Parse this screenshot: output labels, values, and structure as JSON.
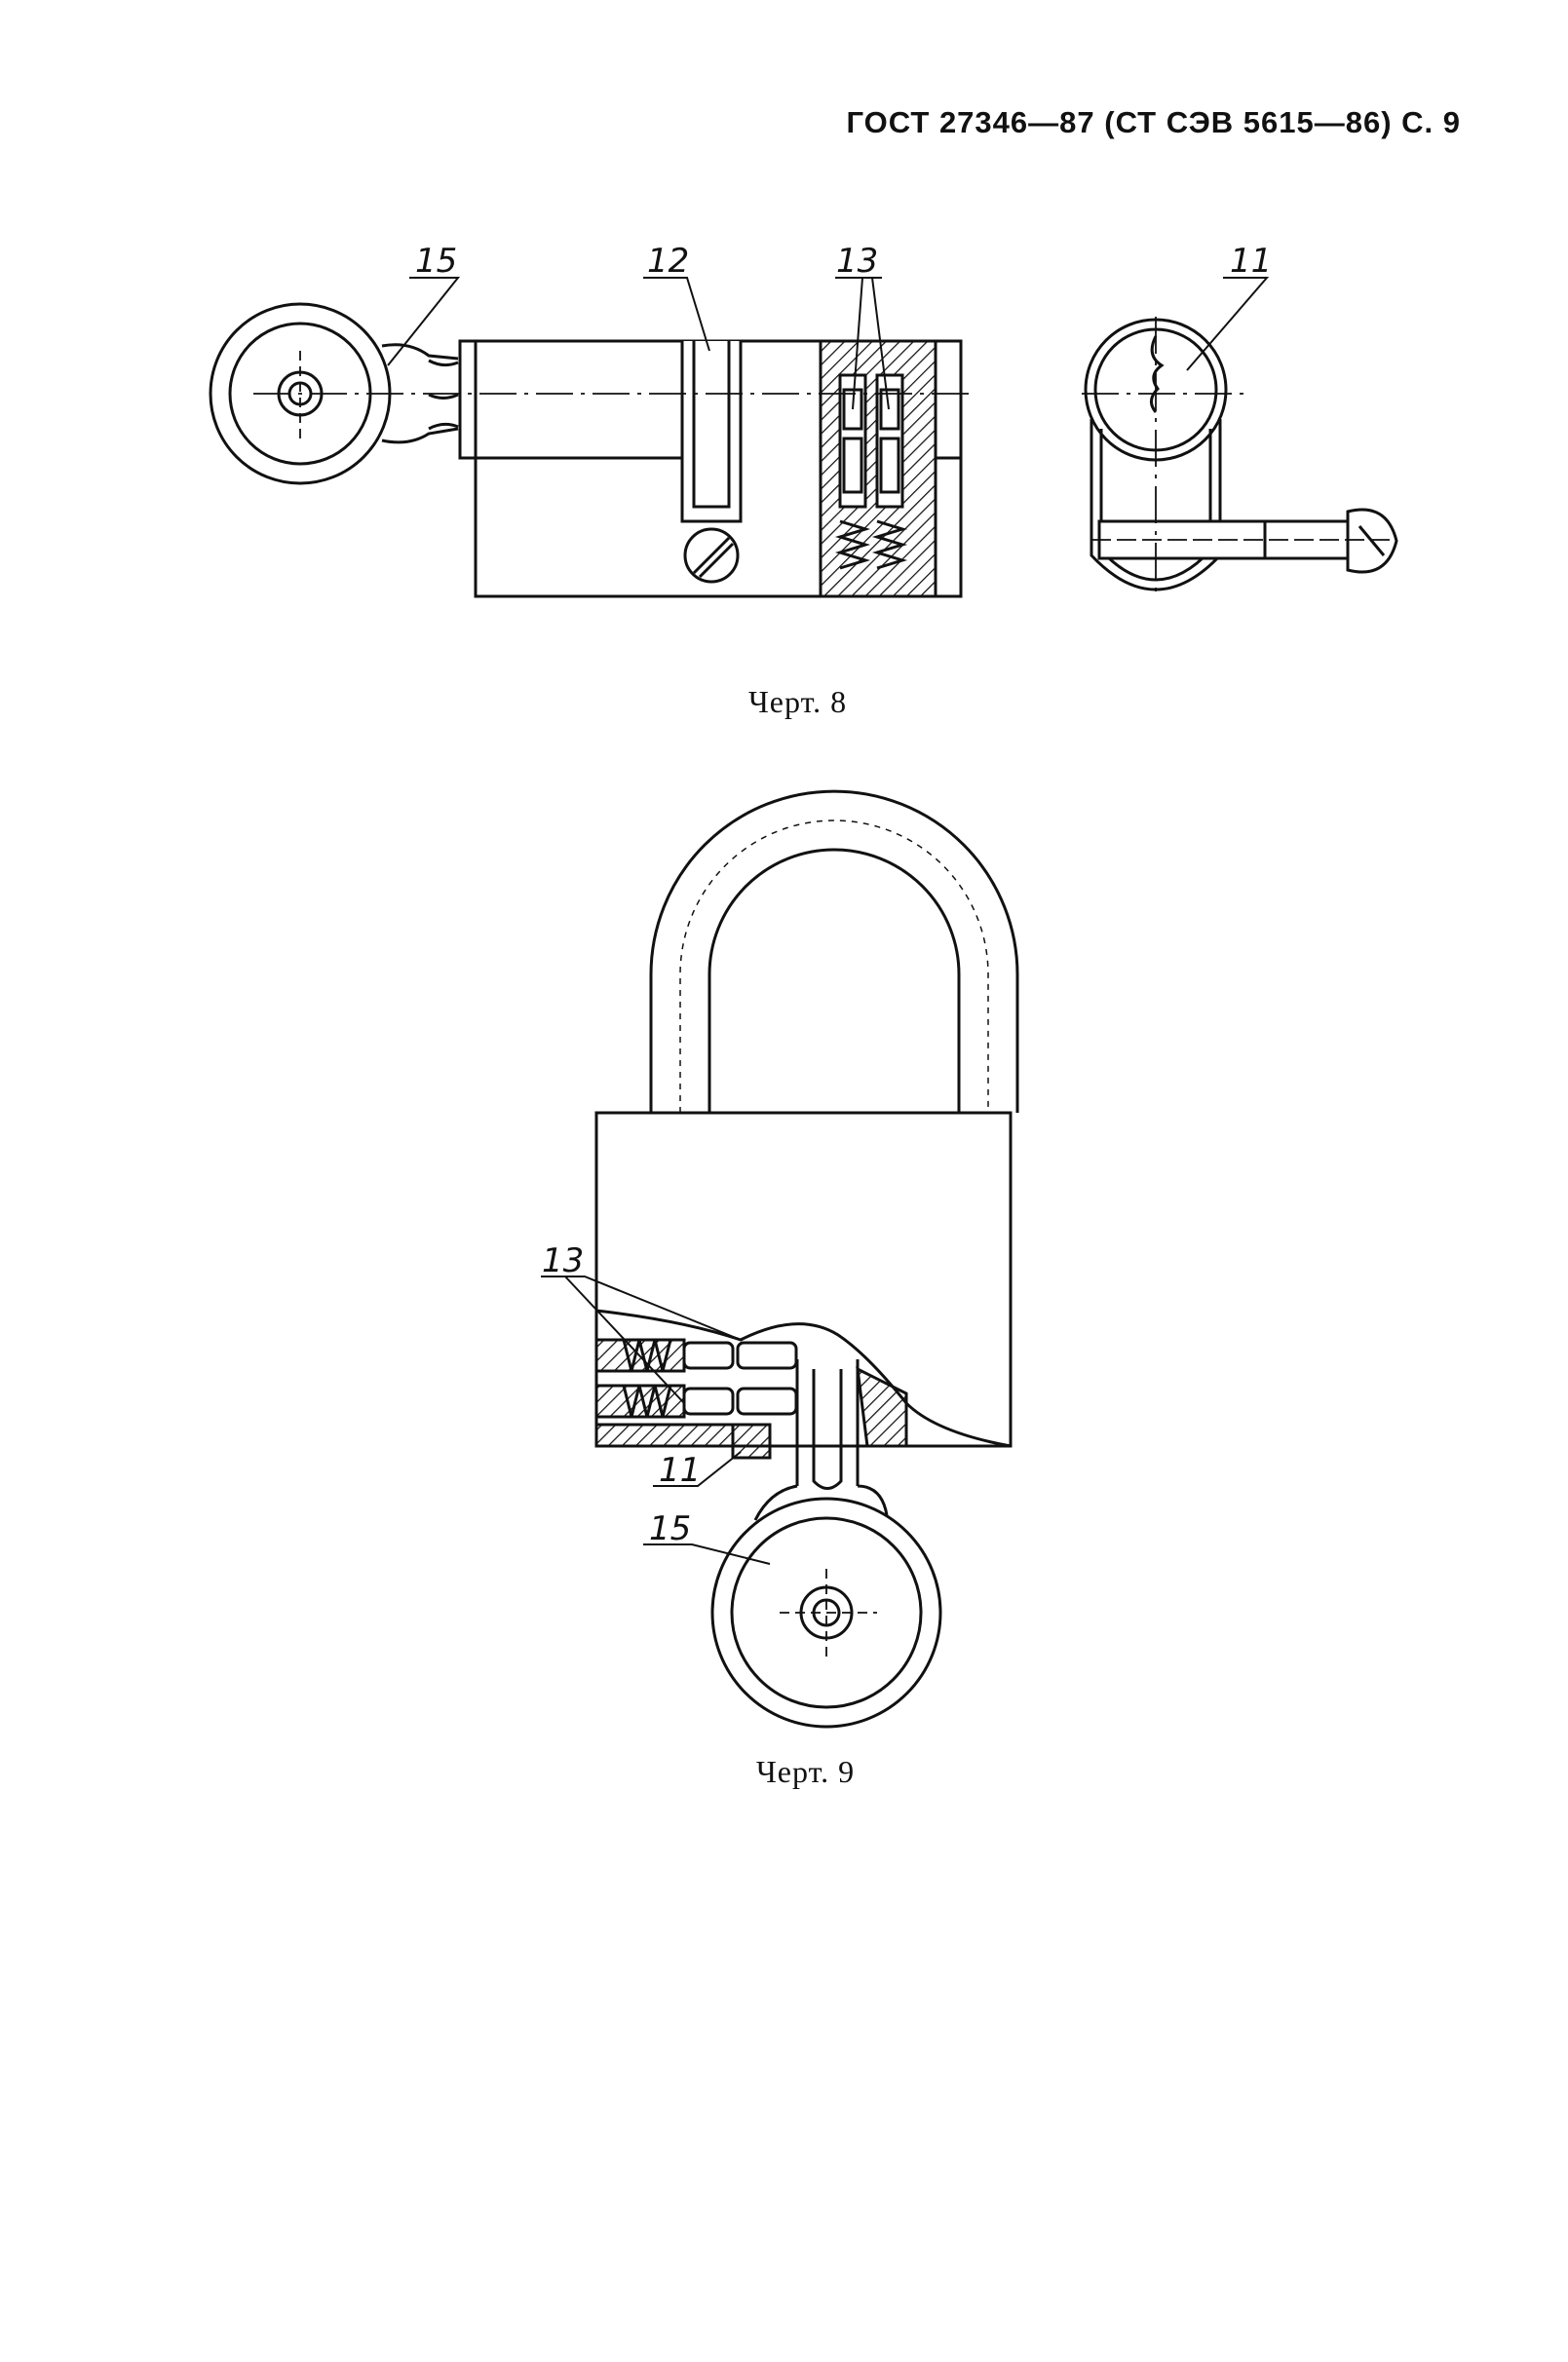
{
  "header": {
    "text": "ГОСТ 27346—87 (СТ СЭВ 5615—86) С. 9"
  },
  "figure8": {
    "caption": "Черт. 8",
    "callouts": {
      "key": "15",
      "slot": "12",
      "pins": "13",
      "cylinder_end": "11"
    }
  },
  "figure9": {
    "caption": "Черт. 9",
    "callouts": {
      "pins": "13",
      "housing": "11",
      "key": "15"
    }
  }
}
